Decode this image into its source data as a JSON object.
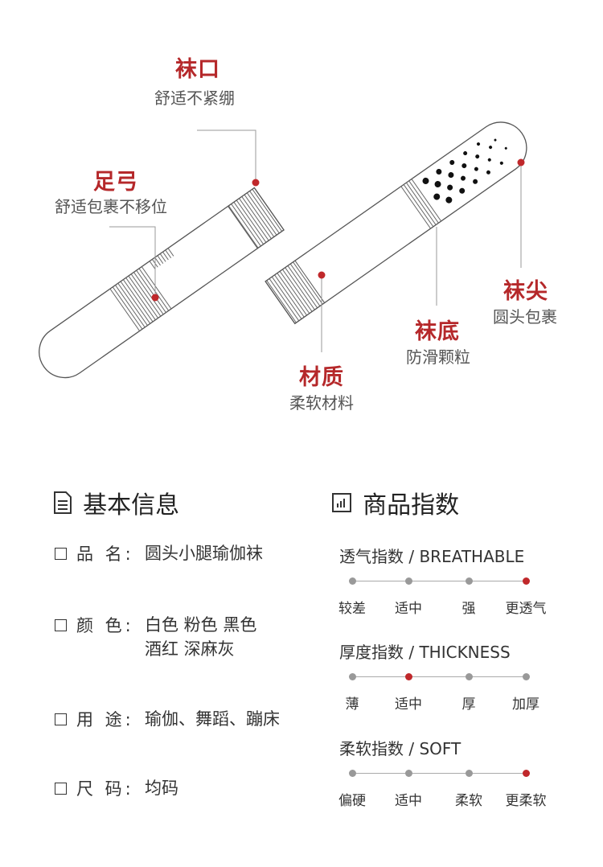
{
  "callouts": {
    "cuff": {
      "title": "袜口",
      "sub": "舒适不紧绷"
    },
    "arch": {
      "title": "足弓",
      "sub": "舒适包裹不移位"
    },
    "toe": {
      "title": "袜尖",
      "sub": "圆头包裹"
    },
    "sole": {
      "title": "袜底",
      "sub": "防滑颗粒"
    },
    "material": {
      "title": "材质",
      "sub": "柔软材料"
    }
  },
  "basic_info": {
    "title": "基本信息",
    "rows": [
      {
        "key": "品 名:",
        "value": "圆头小腿瑜伽袜"
      },
      {
        "key": "颜 色:",
        "value": "白色 粉色 黑色",
        "value2": "酒红 深麻灰"
      },
      {
        "key": "用 途:",
        "value": "瑜伽、舞蹈、蹦床"
      },
      {
        "key": "尺 码:",
        "value": "均码"
      }
    ]
  },
  "product_index": {
    "title": "商品指数",
    "scales": [
      {
        "title": "透气指数 / BREATHABLE",
        "labels": [
          "较差",
          "适中",
          "强",
          "更透气"
        ],
        "selected": 3
      },
      {
        "title": "厚度指数 / THICKNESS",
        "labels": [
          "薄",
          "适中",
          "厚",
          "加厚"
        ],
        "selected": 1
      },
      {
        "title": "柔软指数 / SOFT",
        "labels": [
          "偏硬",
          "适中",
          "柔软",
          "更柔软"
        ],
        "selected": 3
      }
    ]
  },
  "colors": {
    "accent": "#b5282a",
    "dot": "#999999"
  }
}
